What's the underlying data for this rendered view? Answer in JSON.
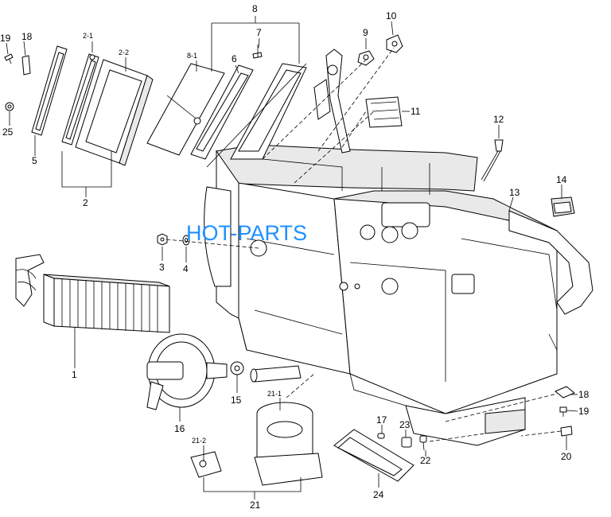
{
  "watermark": "HOT-PARTS",
  "callouts": {
    "c1": "1",
    "c2": "2",
    "c2_1": "2-1",
    "c2_2": "2-2",
    "c3": "3",
    "c4": "4",
    "c5": "5",
    "c6": "6",
    "c7": "7",
    "c8": "8",
    "c8_1": "8-1",
    "c9": "9",
    "c10": "10",
    "c11": "11",
    "c12": "12",
    "c13": "13",
    "c14": "14",
    "c15": "15",
    "c16": "16",
    "c17": "17",
    "c18a": "18",
    "c18b": "18",
    "c19a": "19",
    "c19b": "19",
    "c20": "20",
    "c21": "21",
    "c21_1": "21-1",
    "c21_2": "21-2",
    "c22": "22",
    "c23": "23",
    "c24": "24",
    "c25": "25"
  }
}
